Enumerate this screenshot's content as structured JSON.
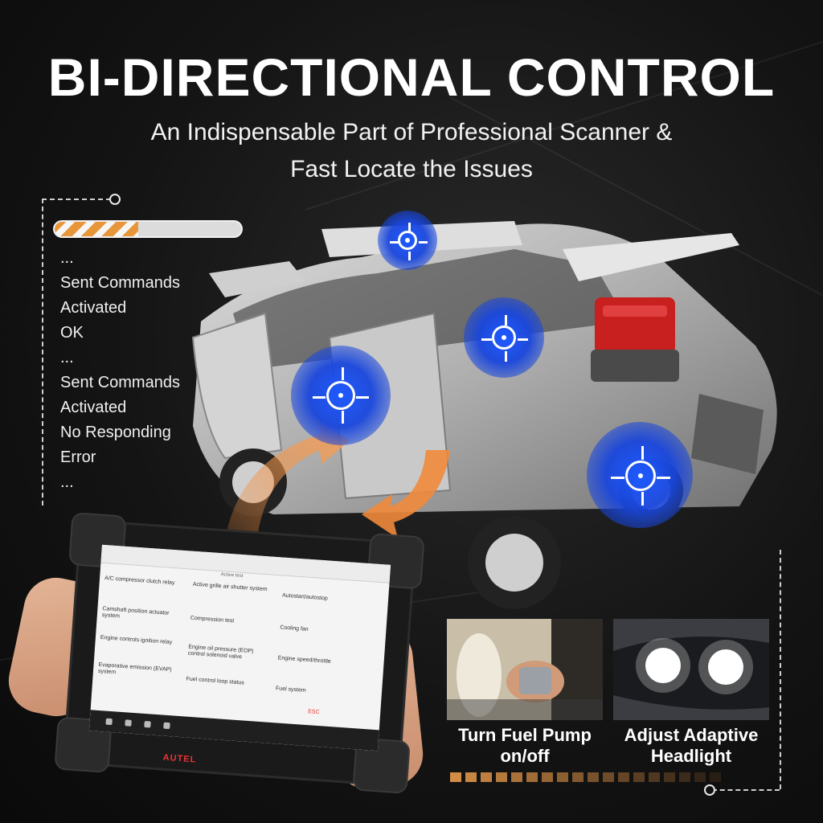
{
  "header": {
    "title": "BI-DIRECTIONAL CONTROL",
    "subtitle_line1": "An Indispensable Part of Professional Scanner &",
    "subtitle_line2": "Fast Locate the Issues"
  },
  "log_panel": {
    "progress": 0.45,
    "lines": [
      "...",
      "Sent Commands",
      "Activated",
      "OK",
      "...",
      "Sent Commands",
      "Activated",
      "No Responding",
      "Error",
      "..."
    ]
  },
  "car": {
    "targets": [
      "target-icon",
      "target-icon",
      "target-icon",
      "target-icon"
    ]
  },
  "tablet": {
    "screen_title": "Active test",
    "cells": [
      "A/C compressor clutch relay",
      "Active grille air shutter system",
      "Autostart/autostop",
      "Camshaft position actuator system",
      "Compression test",
      "Cooling fan",
      "Engine controls ignition relay",
      "Engine oil pressure (EOP) control solenoid valve",
      "Engine speed/throttle",
      "Evaporative emission (EVAP) system",
      "Fuel control loop status",
      "Fuel system"
    ],
    "brand": "AUTEL",
    "esc": "ESC"
  },
  "features": {
    "captions": [
      "Turn Fuel Pump on/off",
      "Adjust Adaptive Headlight"
    ]
  },
  "colors": {
    "accent_orange": "#e8963a",
    "target_blue": "#1e5aff"
  }
}
